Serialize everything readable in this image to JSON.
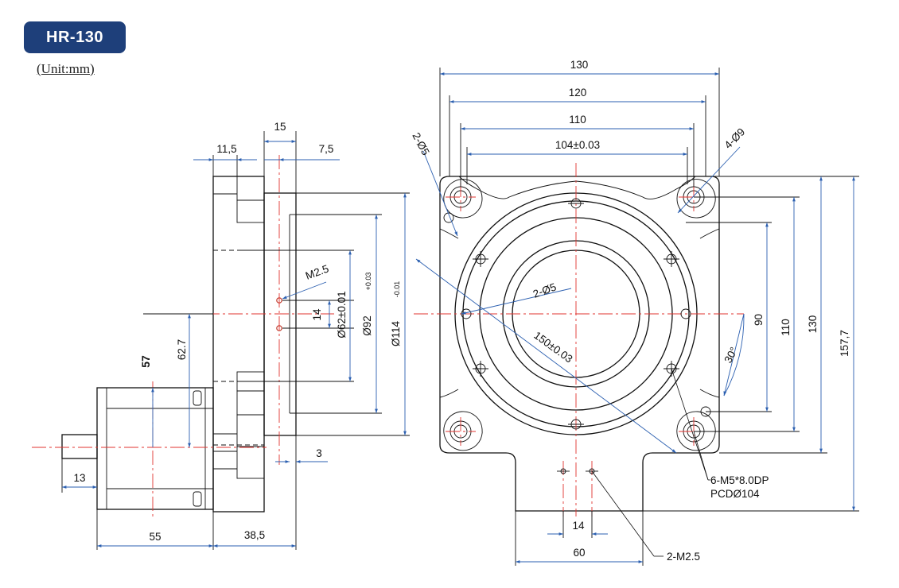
{
  "header": {
    "model": "HR-130",
    "unit": "(Unit:mm)"
  },
  "side_view": {
    "labels": {
      "d_15": "15",
      "d_11_5": "11,5",
      "d_7_5": "7,5",
      "d_m25": "M2.5",
      "d_14": "14",
      "d_62": "Ø62±0.01",
      "d_92": "Ø92",
      "d_92_tol": "+0.03",
      "d_114": "Ø114",
      "d_114_tol": "-0.01",
      "d_57": "57",
      "d_62_7": "62.7",
      "d_3": "3",
      "d_13": "13",
      "d_55": "55",
      "d_38_5": "38,5"
    }
  },
  "front_view": {
    "labels": {
      "d_130_top": "130",
      "d_120": "120",
      "d_110_top": "110",
      "d_104": "104±0.03",
      "d_2o5_top": "2-Ø5",
      "d_4o9": "4-Ø9",
      "d_2o5_mid": "2-Ø5",
      "d_150": "150±0.03",
      "d_30": "30°",
      "d_90": "90",
      "d_110_right": "110",
      "d_130_right": "130",
      "d_157_7": "157,7",
      "note_m5": "6-M5*8.0DP",
      "note_pcd": "PCDØ104",
      "d_14_bottom": "14",
      "d_60": "60",
      "note_m25": "2-M2.5"
    }
  }
}
